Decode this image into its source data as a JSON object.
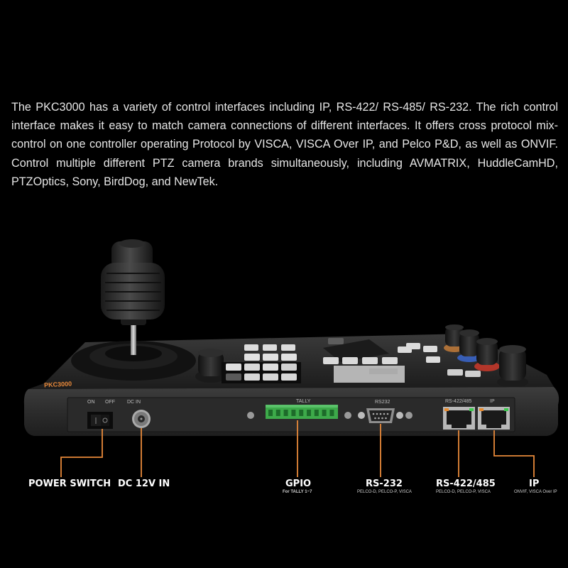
{
  "description": "The PKC3000 has a variety of control interfaces including IP, RS-422/ RS-485/ RS-232. The rich control interface makes it easy to match camera connections of different interfaces. It offers cross protocol mix-control on one controller operating Protocol by VISCA, VISCA Over IP, and Pelco P&D, as well as ONVIF. Control multiple different PTZ camera brands simultaneously, including AVMATRIX, HuddleCamHD, PTZOptics, Sony, BirdDog, and NewTek.",
  "panel": {
    "on": "ON",
    "off": "OFF",
    "dc_in": "DC IN",
    "tally": "TALLY",
    "rs232": "RS232",
    "rs422_485": "RS-422/485",
    "ip": "IP",
    "brand": "PKC3000"
  },
  "callouts": {
    "power_switch": "POWER SWITCH",
    "dc_12v_in": "DC 12V IN",
    "gpio": "GPIO",
    "gpio_sub": "For TALLY 1~7",
    "rs232": "RS-232",
    "rs232_sub": "PELCO-D, PELCO-P, VISCA",
    "rs422_485": "RS-422/485",
    "rs422_485_sub": "PELCO-D, PELCO-P, VISCA",
    "ip": "IP",
    "ip_sub": "ONVIF, VISCA Over IP"
  },
  "colors": {
    "accent": "#e8893a",
    "tally_green": "#3daa4a",
    "body_dark": "#2b2b2b"
  }
}
